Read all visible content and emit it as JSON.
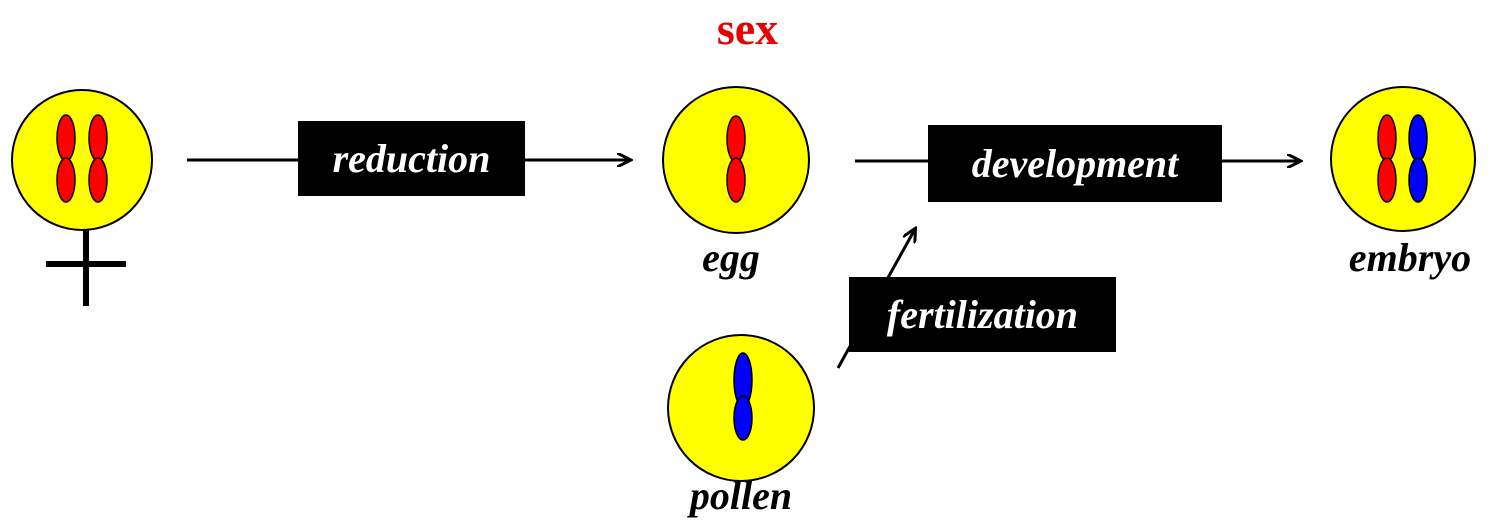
{
  "title": "sex",
  "steps": {
    "reduction": "reduction",
    "development": "development",
    "fertilization": "fertilization"
  },
  "cells": {
    "egg": "egg",
    "pollen": "pollen",
    "embryo": "embryo"
  },
  "colors": {
    "title": "#e60000",
    "cell_fill": "#ffff00",
    "maternal_chromosome": "#ff0000",
    "paternal_chromosome": "#0000ff",
    "label_box": "#000000",
    "label_text": "#ffffff"
  },
  "icons": {
    "parent_symbol": "female-symbol"
  }
}
